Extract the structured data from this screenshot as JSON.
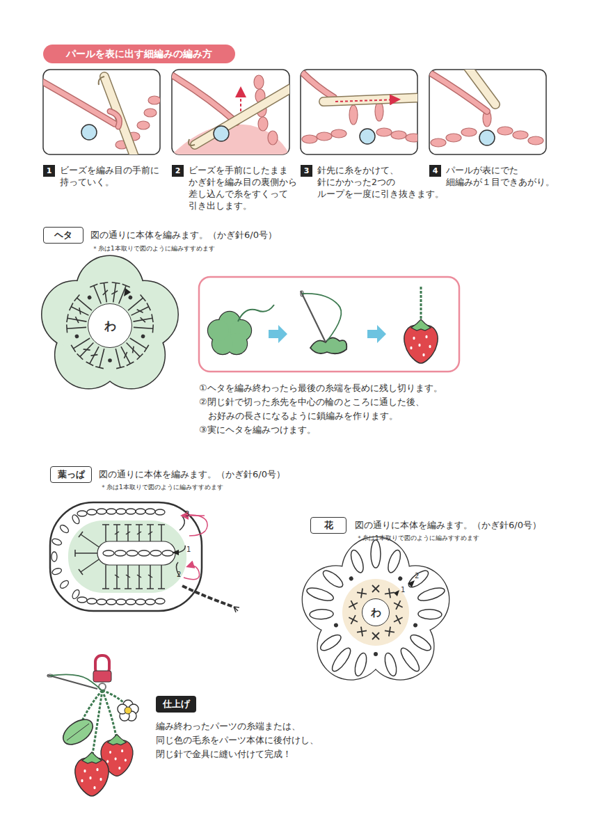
{
  "diagram": {
    "nodes": [
      {
        "text": [
          "パールを表に出す細編みの編み方"
        ]
      },
      {
        "text": [
          "1"
        ]
      },
      {
        "text": [
          "2"
        ]
      },
      {
        "text": [
          "3"
        ]
      },
      {
        "text": [
          "4"
        ]
      },
      {
        "text": [
          "ヘタ"
        ]
      },
      {
        "text": [
          "わ"
        ]
      },
      {
        "text": [
          "葉っぱ"
        ]
      },
      {
        "text": [
          "花"
        ]
      },
      {
        "text": [
          "わ"
        ]
      },
      {
        "text": [
          "仕上げ"
        ]
      }
    ],
    "labels": [
      "ビーズを編み目の手前に 持っていく。",
      "ビーズを手前にしたまま かぎ針を編み目の裏側から 差し込んで糸をすくって 引き出します。",
      "針先に糸をかけて、 針にかかった2つの ループを一度に引き抜きます。",
      "パールが表にでた 細編みが１目できあがり。",
      "図の通りに本体を編みます。（かぎ針6/0号）",
      "＊糸は1本取りで図のように編みすすめます",
      "①ヘタを編み終わったら最後の糸端を長めに残し切ります。",
      "②閉じ針で切った糸先を中心の輪のところに通した後、 お好みの長さになるように鎖編みを作ります。",
      "③実にヘタを編みつけます。",
      "図の通りに本体を編みます。（かぎ針6/0号）",
      "＊糸は1本取りで図のように編みすすめます",
      "3",
      "1",
      "2",
      "図の通りに本体を編みます。（かぎ針6/0号）",
      "＊糸は1本取りで図のように編みすすめます",
      "2",
      "1",
      "編み終わったパーツの糸端または、 同じ色の毛糸をパーツ本体に後付けし、 閉じ針で金具に縫い付けて完成！"
    ]
  }
}
